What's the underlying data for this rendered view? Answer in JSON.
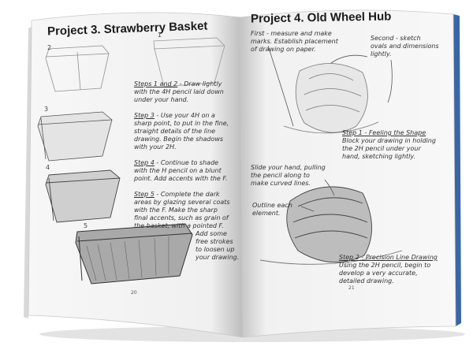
{
  "left_page": {
    "title": "Project 3. Strawberry Basket",
    "labels": {
      "one": "1",
      "two": "2",
      "three": "3",
      "four": "4",
      "five": "5"
    },
    "step12": {
      "heading": "Steps 1 and 2",
      "lines": [
        "- Draw lightly",
        "with the 4H pencil laid down",
        "under your hand."
      ]
    },
    "step3": {
      "heading": "Step 3",
      "lines": [
        "- Use your 4H on a",
        "sharp point, to put in the fine,",
        "straight details of the line",
        "drawing. Begin the shadows",
        "with your 2H."
      ]
    },
    "step4": {
      "heading": "Step 4",
      "lines": [
        "- Continue to shade",
        "with the H pencil on a blunt",
        "point. Add accents with the F."
      ]
    },
    "step5": {
      "heading": "Step 5",
      "lines": [
        "- Complete the dark",
        "areas by glazing several coats",
        "with the F. Make the sharp",
        "final accents, such as grain of",
        "the basket, with a pointed F.",
        "Add some",
        "free strokes",
        "to loosen up",
        "your drawing."
      ]
    },
    "page_number": "20"
  },
  "right_page": {
    "title": "Project 4. Old Wheel Hub",
    "note_first": [
      "First - measure and make",
      "marks. Establish placement",
      "of drawing on paper."
    ],
    "note_second": [
      "Second - sketch",
      "ovals and dimensions",
      "lightly."
    ],
    "step1": {
      "heading": "Step 1 - Feeling the Shape",
      "lines": [
        "Block your drawing in holding",
        "the 2H pencil under your",
        "hand, sketching lightly."
      ]
    },
    "note_slide": [
      "Slide your hand, pulling",
      "the pencil along to",
      "make curved lines."
    ],
    "note_outline": [
      "Outline each",
      "element."
    ],
    "step2": {
      "heading": "Step 2 - Precision Line Drawing",
      "lines": [
        "Using the 2H pencil, begin to",
        "develop a very accurate,",
        "detailed drawing."
      ]
    },
    "page_number": "21"
  },
  "colors": {
    "paper": "#fafafa",
    "shadow": "#cfcfcf",
    "spine_blue": "#3a66a8",
    "ink": "#2a2a2a"
  }
}
